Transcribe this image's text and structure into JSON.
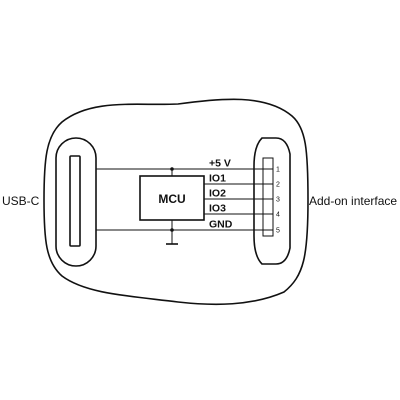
{
  "labels": {
    "left_port": "USB-C",
    "right_port": "Add-on interface",
    "mcu": "MCU"
  },
  "signals": [
    {
      "name": "+5 V",
      "pin": "1"
    },
    {
      "name": "IO1",
      "pin": "2"
    },
    {
      "name": "IO2",
      "pin": "3"
    },
    {
      "name": "IO3",
      "pin": "4"
    },
    {
      "name": "GND",
      "pin": "5"
    }
  ],
  "connections": {
    "mcu_power_from": "+5 V",
    "mcu_ground_to": "GND",
    "mcu_io": [
      "IO1",
      "IO2",
      "IO3"
    ]
  }
}
